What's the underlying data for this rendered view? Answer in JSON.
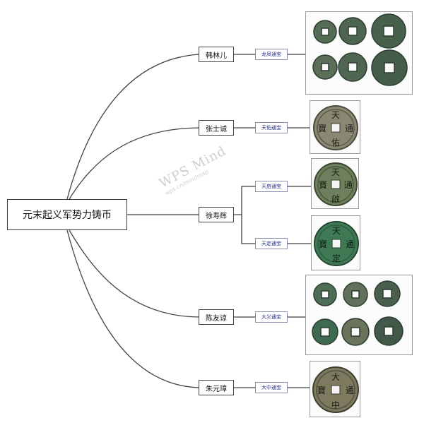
{
  "root": {
    "title": "元末起义军势力铸币"
  },
  "branches": [
    {
      "leader": "韩林儿",
      "coins": [
        "龙凤通宝"
      ]
    },
    {
      "leader": "张士诚",
      "coins": [
        "天佑通宝"
      ]
    },
    {
      "leader": "徐寿辉",
      "coins": [
        "天启通宝",
        "天定通宝"
      ]
    },
    {
      "leader": "陈友谅",
      "coins": [
        "大义通宝"
      ]
    },
    {
      "leader": "朱元璋",
      "coins": [
        "大中通宝"
      ]
    }
  ],
  "coin_inscriptions": {
    "tianyou": [
      "天",
      "佑",
      "通",
      "寶"
    ],
    "tianqi": [
      "天",
      "啟",
      "通",
      "寶"
    ],
    "tianding": [
      "天",
      "定",
      "通",
      "寶"
    ],
    "dazhong": [
      "大",
      "中",
      "通",
      "寶"
    ]
  },
  "watermark": {
    "main": "WPS Mind",
    "sub": "wps.cn/mindmap"
  },
  "colors": {
    "line": "#444444",
    "coin_label_text": "#1d2a80",
    "coin_bronze": "#4e6a55"
  }
}
